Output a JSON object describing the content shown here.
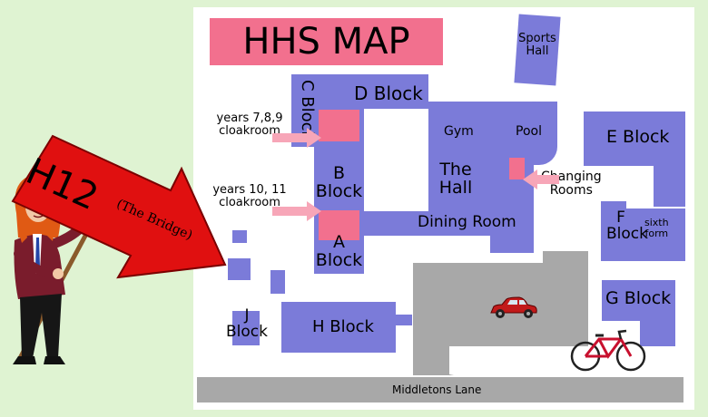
{
  "title": "HHS MAP",
  "blocks": {
    "a": "A\nBlock",
    "b": "B\nBlock",
    "c": "C Block",
    "d": "D Block",
    "e": "E Block",
    "f": "F\nBlock",
    "g": "G Block",
    "h": "H Block",
    "j": "J\nBlock"
  },
  "rooms": {
    "sports_hall": "Sports\nHall",
    "gym": "Gym",
    "pool": "Pool",
    "the_hall": "The\nHall",
    "dining_room": "Dining Room",
    "changing_rooms": "Changing\nRooms",
    "sixth_form": "sixth\nform"
  },
  "cloakrooms": {
    "junior": "years 7,8,9\ncloakroom",
    "senior": "years 10, 11\ncloakroom"
  },
  "arrow_sign": {
    "main": "H12",
    "sub": "(The Bridge)"
  },
  "road": "Middletons Lane",
  "colors": {
    "building": "#7b7bd9",
    "highlight": "#f2708e",
    "road": "#a8a8a8",
    "sign": "#e01010",
    "background": "#dff3d2"
  }
}
